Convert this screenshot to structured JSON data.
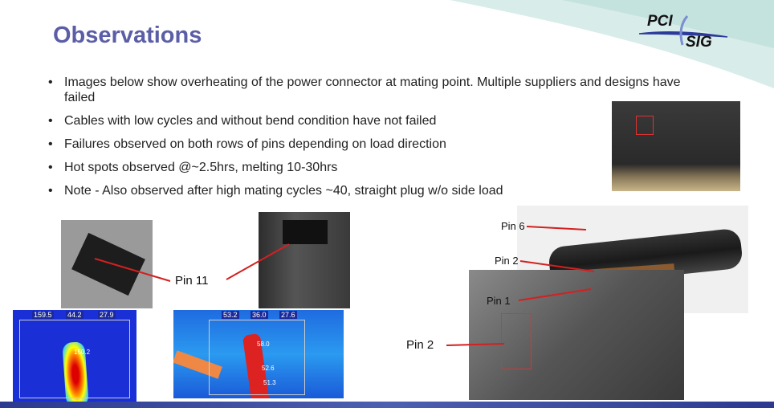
{
  "slide": {
    "title": "Observations",
    "logo_text": [
      "PCI",
      "SIG"
    ],
    "bullets": [
      "Images below show overheating of the power connector at mating point.  Multiple suppliers and designs have failed",
      "Cables with low cycles and without bend condition have not failed",
      "Failures observed on both rows of pins depending on load direction",
      "Hot spots observed @~2.5hrs, melting 10-30hrs",
      "Note - Also observed after high mating cycles ~40, straight plug w/o side load"
    ],
    "labels": {
      "pin11": "Pin 11",
      "pin6": "Pin 6",
      "pin2_cable": "Pin 2",
      "pin1": "Pin 1",
      "pin2_connector": "Pin 2"
    },
    "thermal_left": {
      "readouts": [
        "159.5",
        "44.2",
        "27.9"
      ],
      "marker": "150.2"
    },
    "thermal_right": {
      "readouts": [
        "53.2",
        "36.0",
        "27.6"
      ],
      "markers": [
        "58.0",
        "52.6",
        "51.3"
      ]
    },
    "colors": {
      "title": "#5b5ea6",
      "callout_line": "#d42020",
      "footer_bar": "#2b3a8f"
    }
  }
}
